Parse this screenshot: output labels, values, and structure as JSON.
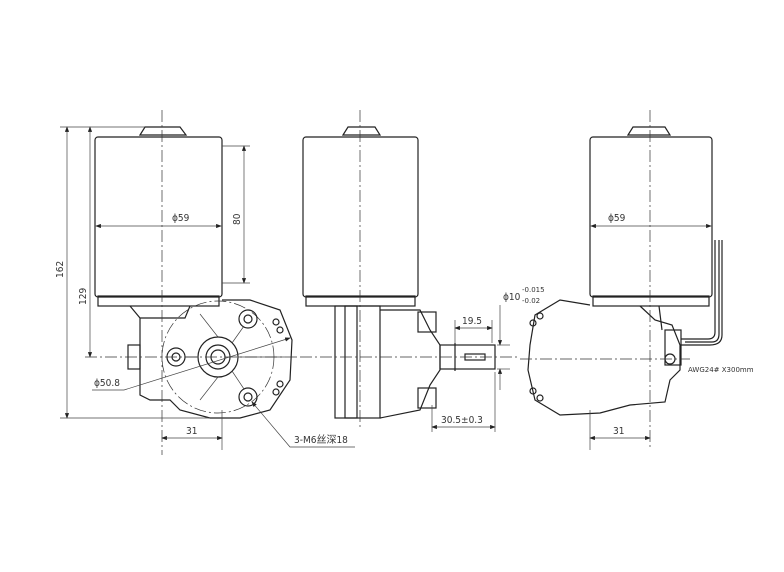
{
  "left_view": {
    "diameter_body": "ϕ59",
    "length_body": "80",
    "total_height": "162",
    "height_to_axis": "129",
    "bolt_circle": "ϕ50.8",
    "offset": "31",
    "thread_note": "3-M6丝深18"
  },
  "middle_view": {
    "shaft_diameter": "ϕ10",
    "shaft_tol_upper": "-0.015",
    "shaft_tol_lower": "-0.02",
    "key_length": "19.5",
    "shaft_length": "30.5±0.3"
  },
  "right_view": {
    "diameter_body": "ϕ59",
    "offset": "31",
    "wire_note": "AWG24# X300mm"
  }
}
